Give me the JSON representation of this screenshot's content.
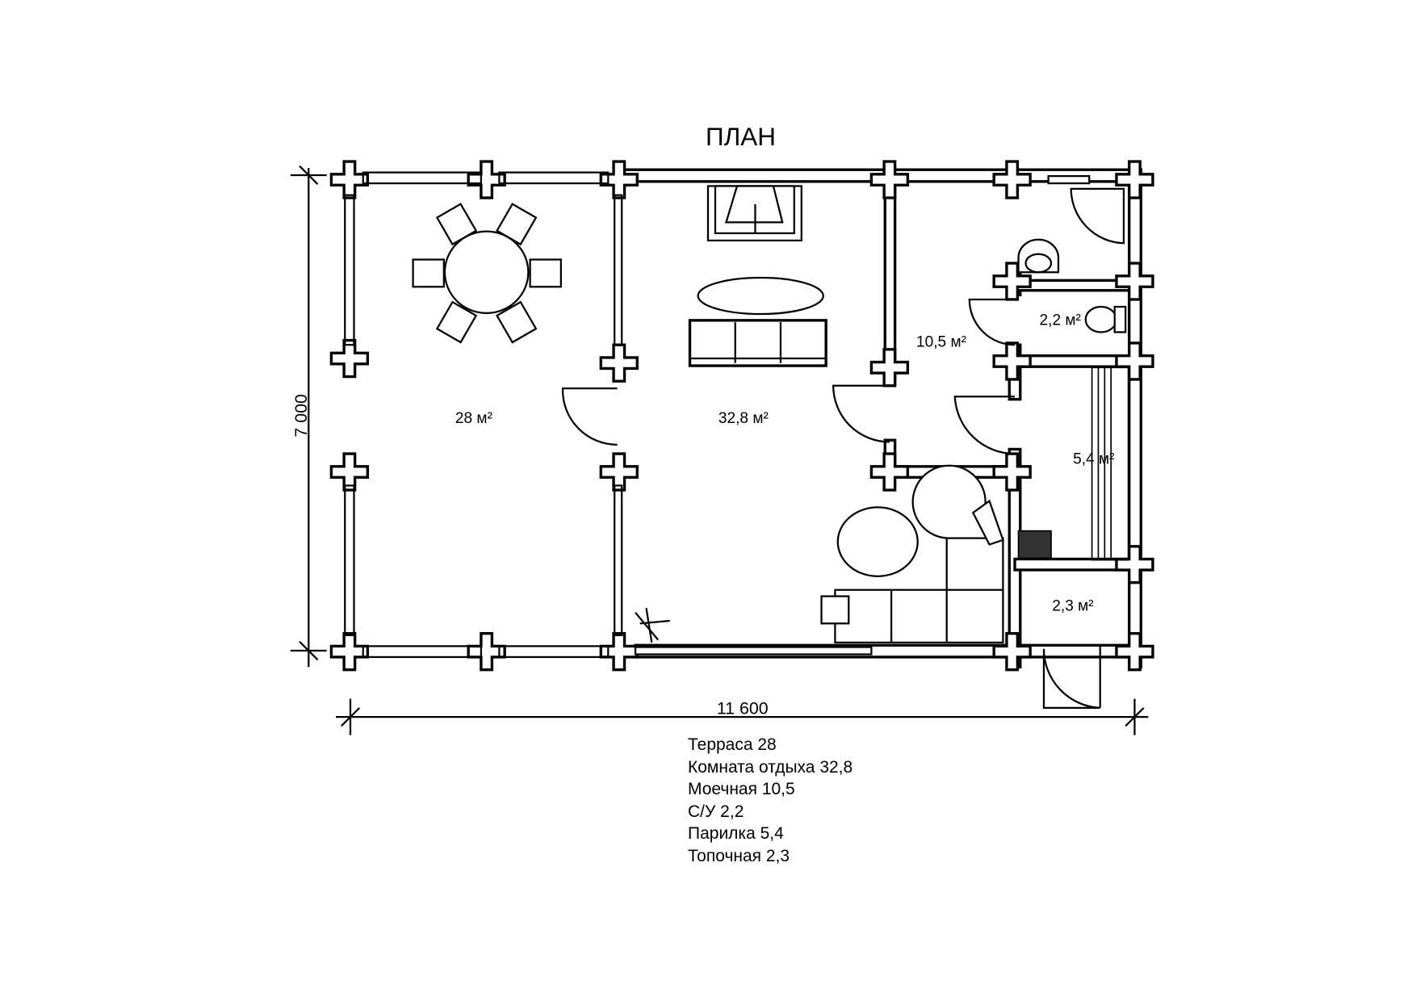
{
  "title": "ПЛАН",
  "dimensions": {
    "height": "7 000",
    "width": "11 600"
  },
  "rooms": {
    "terrace": "28 м²",
    "lounge": "32,8 м²",
    "washroom": "10,5 м²",
    "wc": "2,2 м²",
    "steam_room": "5,4 м²",
    "boiler_room": "2,3 м²"
  },
  "legend": [
    "Терраса 28",
    "Комната отдыха 32,8",
    "Моечная 10,5",
    "С/У 2,2",
    "Парилка 5,4",
    "Топочная 2,3"
  ]
}
